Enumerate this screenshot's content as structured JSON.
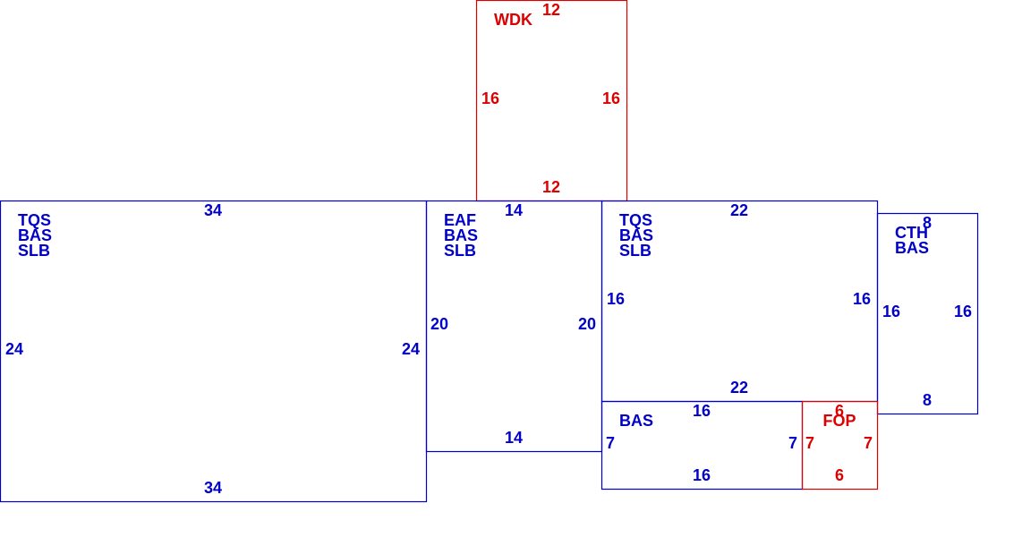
{
  "colors": {
    "blue": "#0000c8",
    "red": "#dd0000"
  },
  "rooms": [
    {
      "id": "wdk",
      "color": "red",
      "labels": [
        "WDK"
      ],
      "dims": {
        "top": "12",
        "bottom": "12",
        "left": "16",
        "right": "16"
      }
    },
    {
      "id": "main",
      "color": "blue",
      "labels": [
        "TQS",
        "BAS",
        "SLB"
      ],
      "dims": {
        "top": "34",
        "bottom": "34",
        "left": "24",
        "right": "24"
      }
    },
    {
      "id": "eaf",
      "color": "blue",
      "labels": [
        "EAF",
        "BAS",
        "SLB"
      ],
      "dims": {
        "top": "14",
        "bottom": "14",
        "left": "20",
        "right": "20"
      }
    },
    {
      "id": "tqs2",
      "color": "blue",
      "labels": [
        "TQS",
        "BAS",
        "SLB"
      ],
      "dims": {
        "top": "22",
        "bottom": "22",
        "left": "16",
        "right": "16"
      }
    },
    {
      "id": "cth",
      "color": "blue",
      "labels": [
        "CTH",
        "BAS"
      ],
      "dims": {
        "top": "8",
        "bottom": "8",
        "left": "16",
        "right": "16"
      }
    },
    {
      "id": "bas",
      "color": "blue",
      "labels": [
        "BAS"
      ],
      "dims": {
        "top": "16",
        "bottom": "16",
        "left": "7",
        "right": "7"
      }
    },
    {
      "id": "fop",
      "color": "red",
      "labels": [
        "FOP"
      ],
      "dims": {
        "top": "6",
        "bottom": "6",
        "left": "7",
        "right": "7"
      }
    }
  ]
}
